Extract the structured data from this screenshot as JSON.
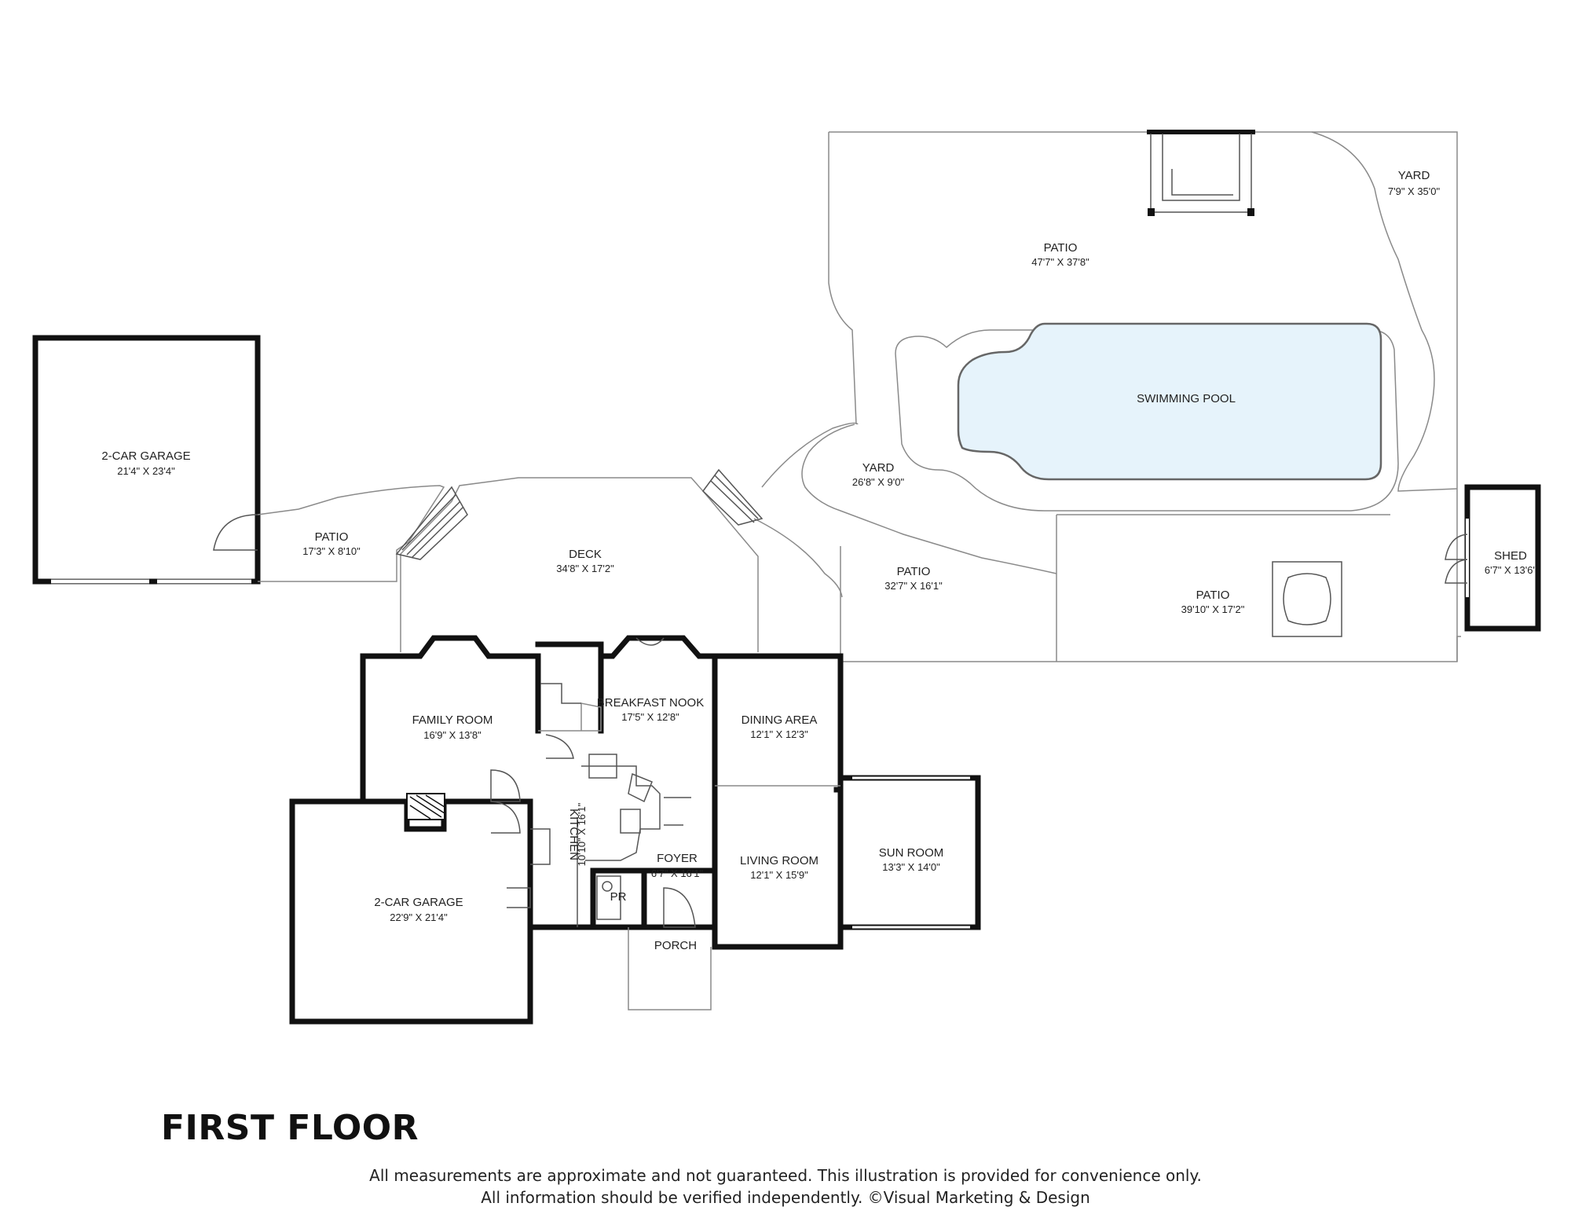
{
  "floor_title": "FIRST FLOOR",
  "disclaimer": {
    "line1": "All measurements are approximate and not guaranteed. This illustration is provided for convenience only.",
    "line2": "All information should be verified independently. ©Visual Marketing & Design"
  },
  "colors": {
    "pool": "#e6f3fb",
    "wall": "#111111",
    "line": "#8a8a8a"
  },
  "rooms": {
    "yard_ne": {
      "name": "YARD",
      "dims": "7'9\" X 35'0\""
    },
    "patio_north": {
      "name": "PATIO",
      "dims": "47'7\" X 37'8\""
    },
    "swimming_pool": {
      "name": "SWIMMING POOL"
    },
    "garage_detached": {
      "name": "2-CAR GARAGE",
      "dims": "21'4\" X 23'4\""
    },
    "patio_west": {
      "name": "PATIO",
      "dims": "17'3\" X 8'10\""
    },
    "yard_mid": {
      "name": "YARD",
      "dims": "26'8\" X 9'0\""
    },
    "deck": {
      "name": "DECK",
      "dims": "34'8\" X 17'2\""
    },
    "patio_mid": {
      "name": "PATIO",
      "dims": "32'7\" X 16'1\""
    },
    "patio_east": {
      "name": "PATIO",
      "dims": "39'10\" X 17'2\""
    },
    "shed": {
      "name": "SHED",
      "dims": "6'7\" X 13'6\""
    },
    "family_room": {
      "name": "FAMILY ROOM",
      "dims": "16'9\" X 13'8\""
    },
    "breakfast_nook": {
      "name": "BREAKFAST NOOK",
      "dims": "17'5\" X 12'8\""
    },
    "dining_area": {
      "name": "DINING AREA",
      "dims": "12'1\" X 12'3\""
    },
    "kitchen": {
      "name": "KITCHEN",
      "dims": "10'10\" X 16'1\""
    },
    "foyer": {
      "name": "FOYER",
      "dims": "6'7\" X 16'1\""
    },
    "living_room": {
      "name": "LIVING ROOM",
      "dims": "12'1\" X 15'9\""
    },
    "sun_room": {
      "name": "SUN ROOM",
      "dims": "13'3\" X 14'0\""
    },
    "powder_room": {
      "name": "PR"
    },
    "garage_attached": {
      "name": "2-CAR GARAGE",
      "dims": "22'9\" X 21'4\""
    },
    "porch": {
      "name": "PORCH"
    }
  }
}
